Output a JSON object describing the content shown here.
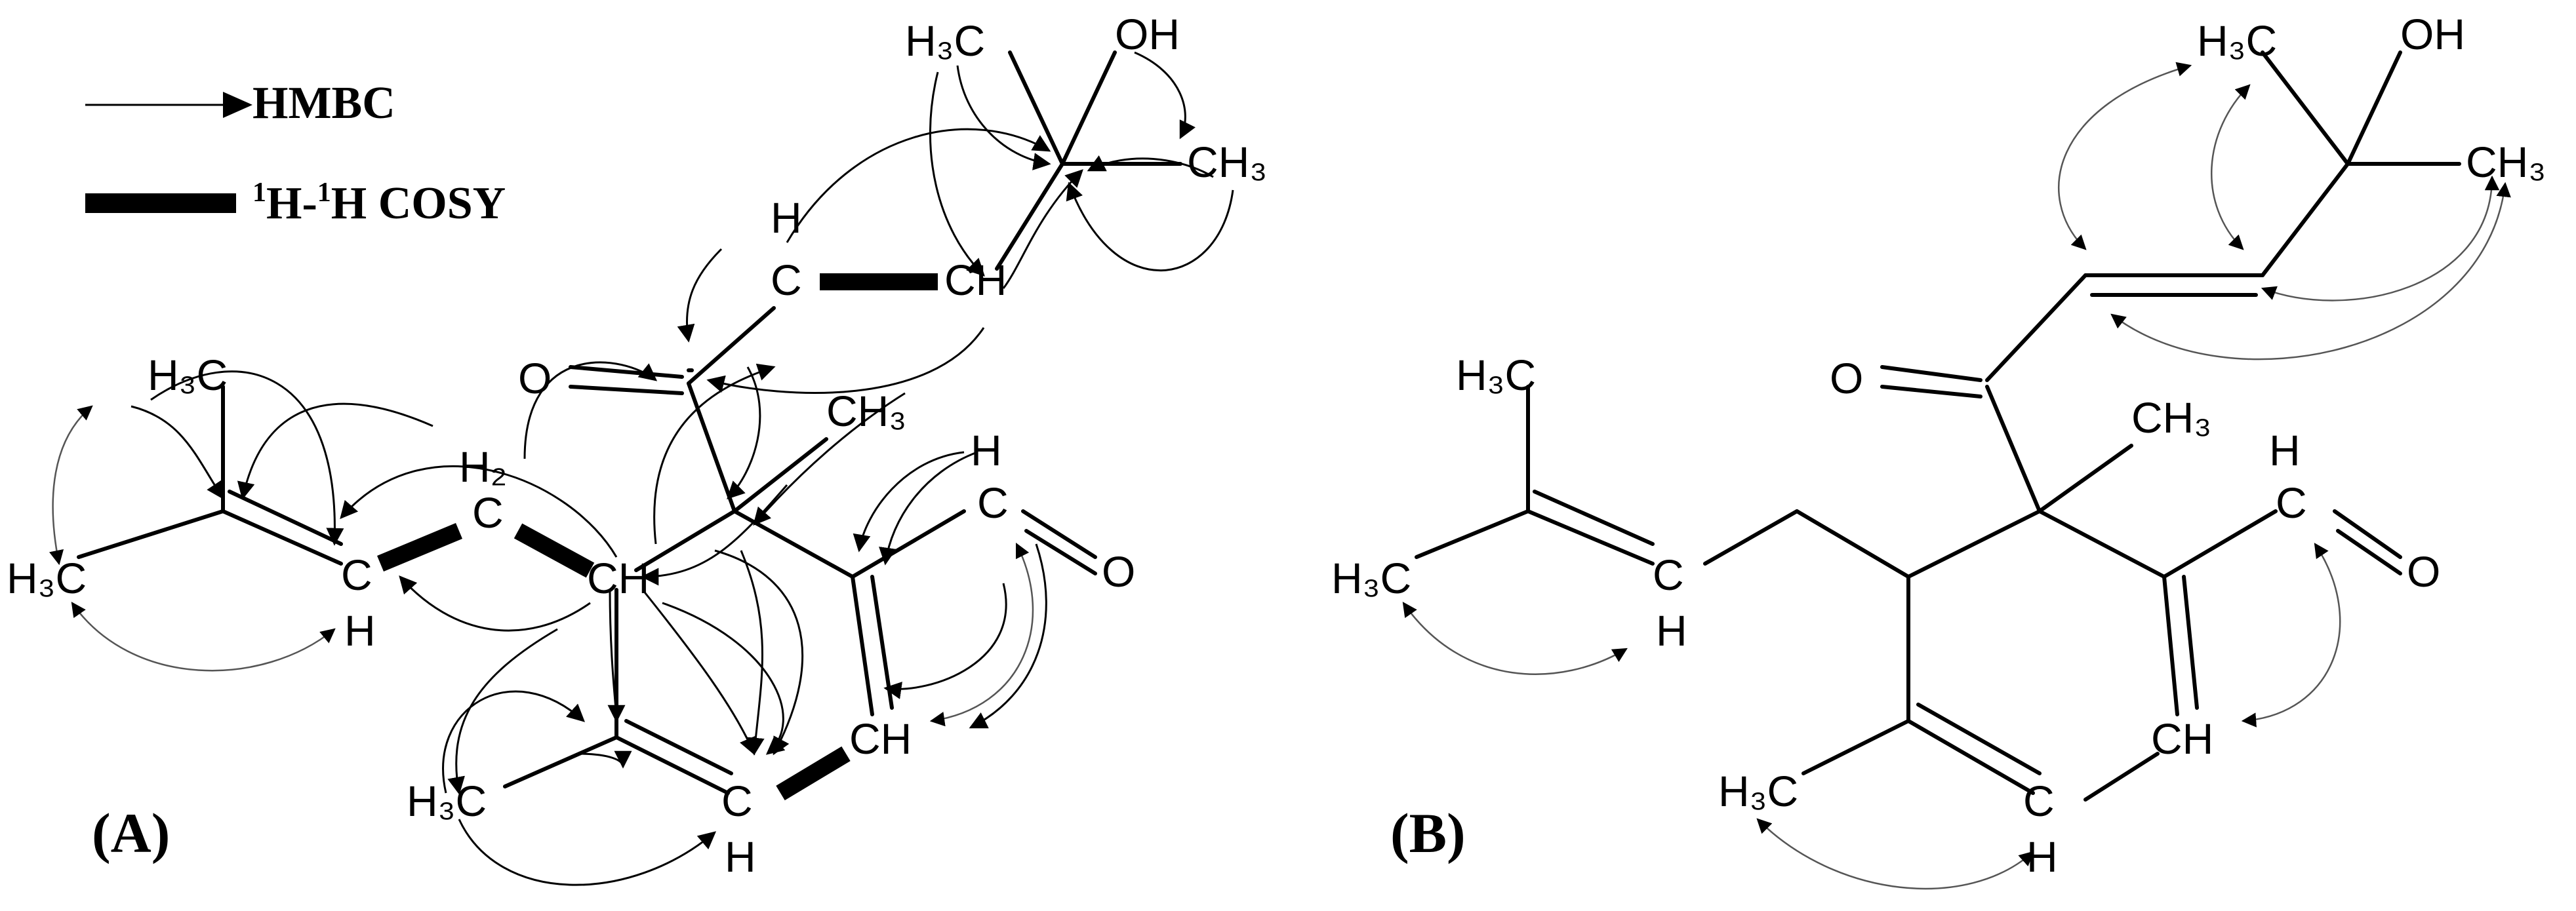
{
  "legend": {
    "hmbc_label": "HMBC",
    "cosy_sup1": "1",
    "cosy_h1": "H-",
    "cosy_sup2": "1",
    "cosy_h2": "H COSY"
  },
  "panel_a": {
    "label": "(A)",
    "atoms": {
      "a_h3c_top": "H₃C",
      "a_oh": "OH",
      "a_ch3_right": "CH₃",
      "a_h_alkene": "H",
      "a_c_alkene": "C",
      "a_ch_alkene": "CH",
      "a_o_ketone": "O",
      "a_ch3_quat": "CH₃",
      "a_h_ald": "H",
      "a_c_ald": "C",
      "a_o_ald": "O",
      "a_h3c_prenyl": "H₃C",
      "a_h3c_prenyl2": "H₃C",
      "a_c_prenyl": "C",
      "a_h_prenyl": "H",
      "a_h2": "H₂",
      "a_c_ch2": "C",
      "a_ch_ring": "CH",
      "a_ch_ring2": "CH",
      "a_h3c_ring": "H₃C",
      "a_c_ring": "C",
      "a_h_ring": "H"
    }
  },
  "panel_b": {
    "label": "(B)",
    "atoms": {
      "b_h3c_top": "H₃C",
      "b_oh": "OH",
      "b_ch3_right": "CH₃",
      "b_o_ketone": "O",
      "b_ch3_quat": "CH₃",
      "b_h_ald": "H",
      "b_c_ald": "C",
      "b_o_ald": "O",
      "b_h3c_prenyl": "H₃C",
      "b_h3c_prenyl2": "H₃C",
      "b_c_prenyl": "C",
      "b_h_prenyl": "H",
      "b_ch_ring": "CH",
      "b_h3c_ring": "H₃C",
      "b_c_ring": "C",
      "b_h_ring": "H"
    }
  }
}
